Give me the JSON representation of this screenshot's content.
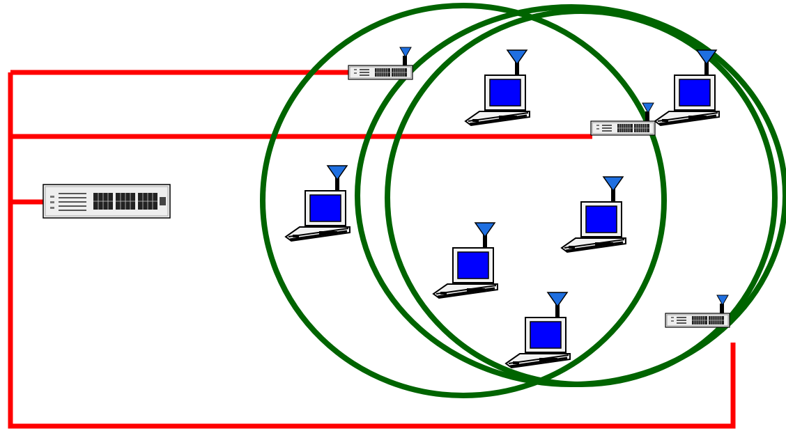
{
  "colors": {
    "background": "#ffffff",
    "wired_link": "#ff0000",
    "coverage_ring": "#006400",
    "antenna": "#1f6fe0",
    "laptop_screen": "#0000ff",
    "device_body": "#eeeeee",
    "device_outline": "#000000"
  },
  "core_switch": {
    "icon": "ethernet-switch-icon",
    "ports": 24
  },
  "access_points": [
    {
      "icon": "wireless-access-point-icon"
    },
    {
      "icon": "wireless-access-point-icon"
    },
    {
      "icon": "wireless-access-point-icon"
    }
  ],
  "coverage_areas": [
    {
      "icon": "coverage-ring"
    },
    {
      "icon": "coverage-ring"
    },
    {
      "icon": "coverage-ring"
    }
  ],
  "wireless_clients": [
    {
      "icon": "laptop-with-antenna-icon"
    },
    {
      "icon": "laptop-with-antenna-icon"
    },
    {
      "icon": "laptop-with-antenna-icon"
    },
    {
      "icon": "laptop-with-antenna-icon"
    },
    {
      "icon": "laptop-with-antenna-icon"
    },
    {
      "icon": "laptop-with-antenna-icon"
    }
  ]
}
